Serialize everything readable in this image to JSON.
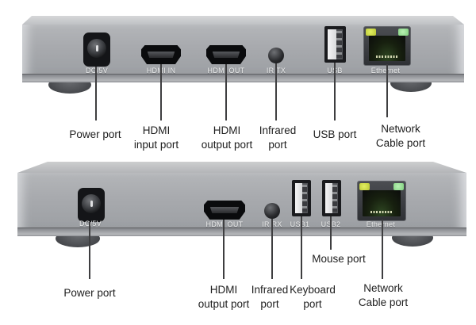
{
  "transmitter": {
    "silkscreen": {
      "dc": "DC/5V",
      "hdmi_in": "HDMI IN",
      "hdmi_out": "HDMI OUT",
      "ir": "IR TX",
      "usb": "USB",
      "ethernet": "Ethernet"
    },
    "callouts": {
      "power": "Power port",
      "hdmi_in": "HDMI\ninput port",
      "hdmi_out": "HDMI\noutput port",
      "infrared": "Infrared\nport",
      "usb": "USB port",
      "network": "Network\nCable port"
    }
  },
  "receiver": {
    "silkscreen": {
      "dc": "DC/5V",
      "hdmi_out": "HDMI OUT",
      "ir": "IR RX",
      "usb1": "USB1",
      "usb2": "USB2",
      "ethernet": "Ethernet"
    },
    "callouts": {
      "power": "Power port",
      "hdmi_out": "HDMI\noutput port",
      "infrared": "Infrared\nport",
      "keyboard": "Keyboard\nport",
      "mouse": "Mouse port",
      "network": "Network\nCable port"
    }
  },
  "colors": {
    "device_body": "#a8aaae",
    "device_bevel": "#c9cacc",
    "port_black": "#121316",
    "usb_tongue": "#efefef",
    "led_yellow": "#c6d23e",
    "led_green": "#8fd88b",
    "silkscreen_text": "#eceded",
    "callout_text": "#1e1e1e",
    "callout_line": "#3e3e40"
  }
}
